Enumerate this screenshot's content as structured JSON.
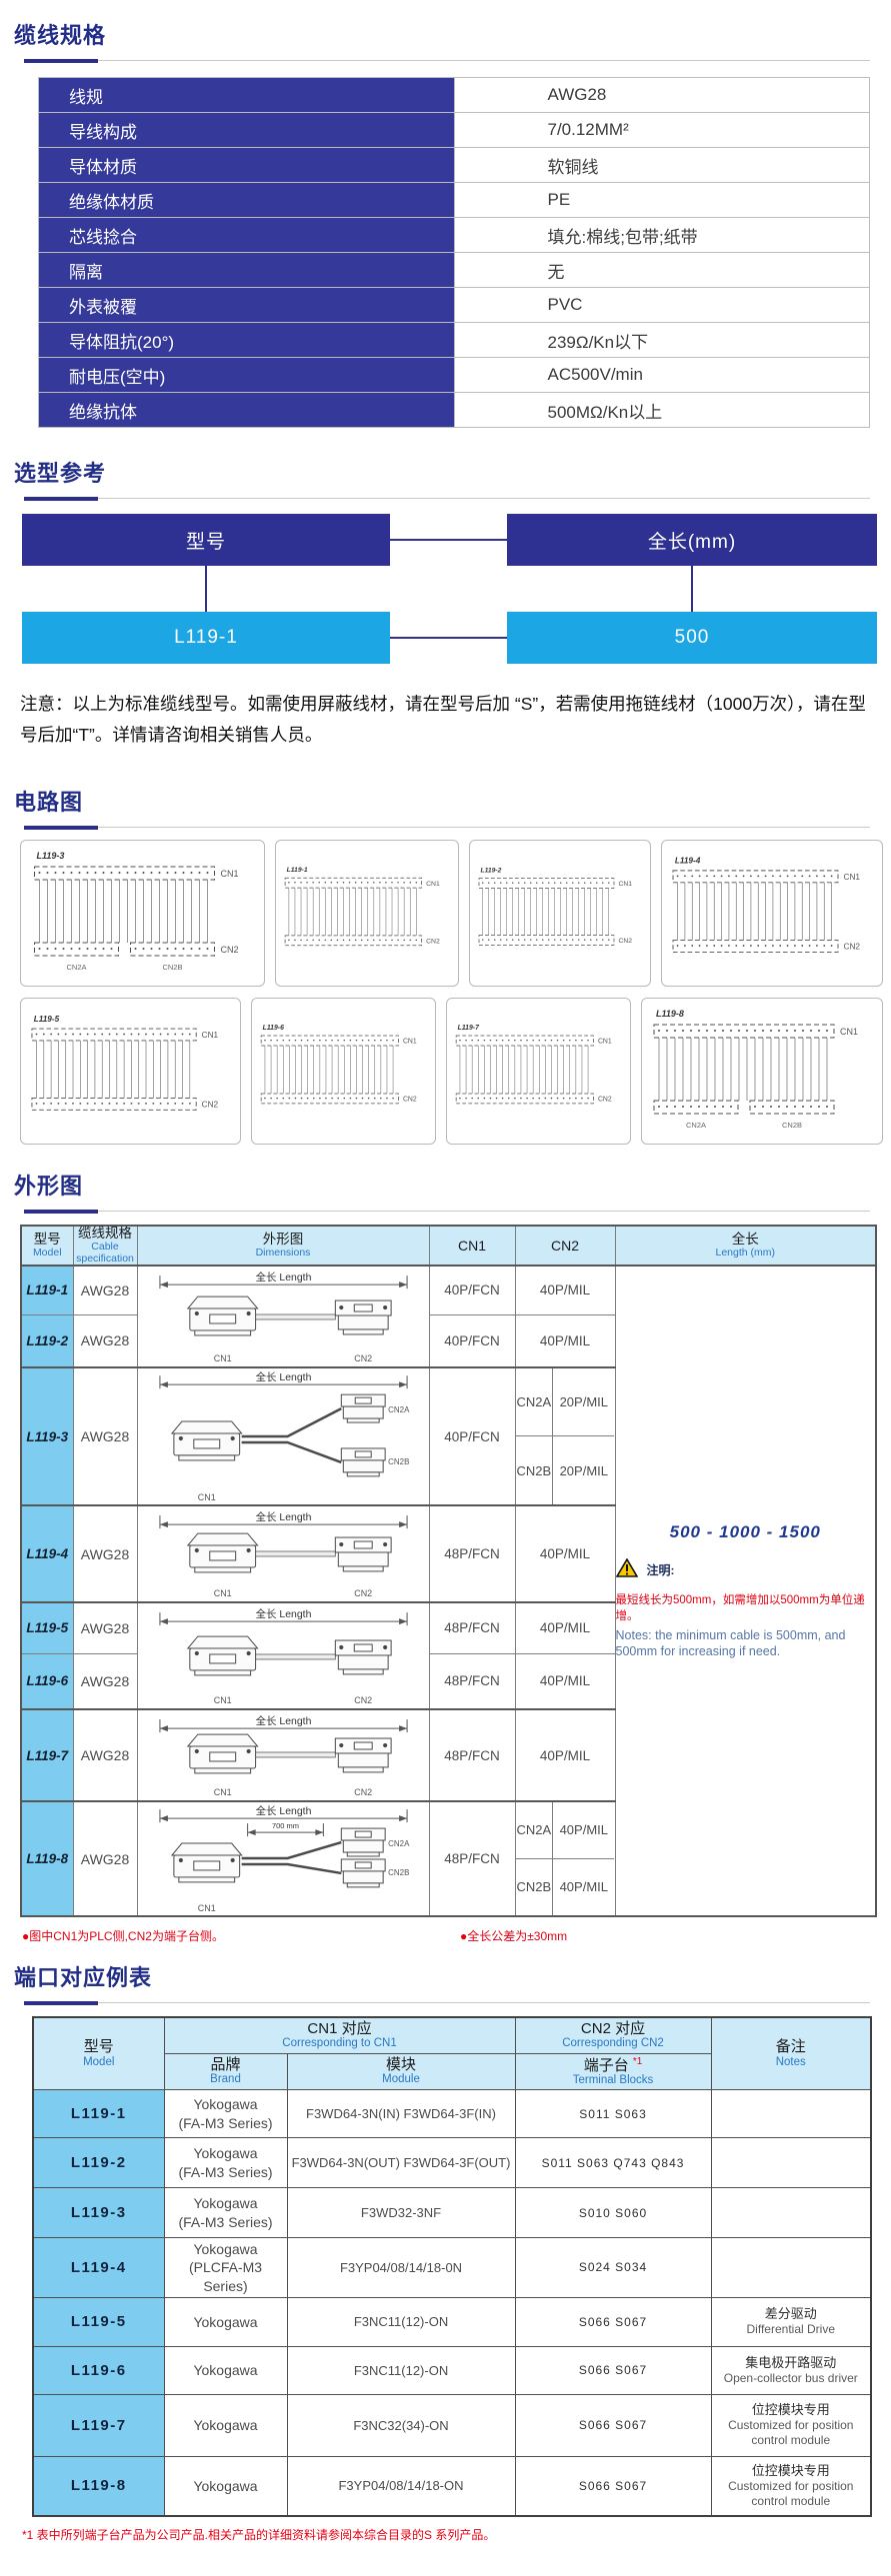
{
  "spec": {
    "title": "缆线规格",
    "rows": [
      {
        "label": "线规",
        "value": "AWG28"
      },
      {
        "label": "导线构成",
        "value": "7/0.12MM²"
      },
      {
        "label": "导体材质",
        "value": "软铜线"
      },
      {
        "label": "绝缘体材质",
        "value": "PE"
      },
      {
        "label": "芯线捻合",
        "value": "填允:棉线;包带;纸带"
      },
      {
        "label": "隔离",
        "value": "无"
      },
      {
        "label": "外表被覆",
        "value": "PVC"
      },
      {
        "label": "导体阻抗(20°)",
        "value": "239Ω/Kn以下"
      },
      {
        "label": "耐电压(空中)",
        "value": "AC500V/min"
      },
      {
        "label": "绝缘抗体",
        "value": "500MΩ/Kn以上"
      }
    ]
  },
  "selection": {
    "title": "选型参考",
    "model_header": "型号",
    "model_value": "L119-1",
    "length_header": "全长(mm)",
    "length_value": "500",
    "note": "注意：以上为标准缆线型号。如需使用屏蔽线材，请在型号后加 “S”，若需使用拖链线材（1000万次），请在型号后加“T”。详情请咨询相关销售人员。"
  },
  "circuit": {
    "title": "电路图",
    "panels": [
      {
        "id": "L119-3",
        "cn1": "CN1",
        "cn2": "CN2",
        "cn2a": "CN2A",
        "cn2b": "CN2B",
        "split": true
      },
      {
        "id": "L119-1",
        "cn1": "CN1",
        "cn2": "CN2"
      },
      {
        "id": "L119-2",
        "cn1": "CN1",
        "cn2": "CN2"
      },
      {
        "id": "L119-4",
        "cn1": "CN1",
        "cn2": "CN2"
      },
      {
        "id": "L119-5",
        "cn1": "CN1",
        "cn2": "CN2"
      },
      {
        "id": "L119-6",
        "cn1": "CN1",
        "cn2": "CN2"
      },
      {
        "id": "L119-7",
        "cn1": "CN1",
        "cn2": "CN2"
      },
      {
        "id": "L119-8",
        "cn1": "CN1",
        "cn2a": "CN2A",
        "cn2b": "CN2B",
        "split": true
      }
    ]
  },
  "outline": {
    "title": "外形图",
    "headers": {
      "model_zh": "型号",
      "model_en": "Model",
      "spec_zh": "缆线规格",
      "spec_en1": "Cable",
      "spec_en2": "specification",
      "draw_zh": "外形图",
      "draw_en": "Dimensions",
      "cn1": "CN1",
      "cn2": "CN2",
      "len_zh": "全长",
      "len_en": "Length (mm)"
    },
    "rows": [
      {
        "model": "L119-1",
        "spec": "AWG28",
        "cn1": "40P/FCN",
        "cn2": "40P/MIL",
        "drawing": {
          "type": "straight",
          "span": 2,
          "dim": "全长 Length",
          "cn1": "CN1",
          "cn2": "CN2"
        }
      },
      {
        "model": "L119-2",
        "spec": "AWG28",
        "cn1": "40P/FCN",
        "cn2": "40P/MIL"
      },
      {
        "model": "L119-3",
        "spec": "AWG28",
        "cn1": "40P/FCN",
        "cn2_split": [
          {
            "tag": "CN2A",
            "val": "20P/MIL"
          },
          {
            "tag": "CN2B",
            "val": "20P/MIL"
          }
        ],
        "drawing": {
          "type": "split",
          "span": 1,
          "dim": "全长 Length",
          "cn1": "CN1",
          "cn2a": "CN2A",
          "cn2b": "CN2B"
        }
      },
      {
        "model": "L119-4",
        "spec": "AWG28",
        "cn1": "48P/FCN",
        "cn2": "40P/MIL",
        "drawing": {
          "type": "straight",
          "span": 1,
          "dim": "全长 Length",
          "cn1": "CN1",
          "cn2": "CN2"
        }
      },
      {
        "model": "L119-5",
        "spec": "AWG28",
        "cn1": "48P/FCN",
        "cn2": "40P/MIL",
        "drawing": {
          "type": "straight",
          "span": 2,
          "dim": "全长 Length",
          "cn1": "CN1",
          "cn2": "CN2"
        }
      },
      {
        "model": "L119-6",
        "spec": "AWG28",
        "cn1": "48P/FCN",
        "cn2": "40P/MIL"
      },
      {
        "model": "L119-7",
        "spec": "AWG28",
        "cn1": "48P/FCN",
        "cn2": "40P/MIL",
        "drawing": {
          "type": "straight",
          "span": 1,
          "dim": "全长 Length",
          "cn1": "CN1",
          "cn2": "CN2"
        }
      },
      {
        "model": "L119-8",
        "spec": "AWG28",
        "cn1": "48P/FCN",
        "cn2_split": [
          {
            "tag": "CN2A",
            "val": "40P/MIL"
          },
          {
            "tag": "CN2B",
            "val": "40P/MIL"
          }
        ],
        "drawing": {
          "type": "split",
          "span": 1,
          "dim": "全长 Length",
          "sub": "700 mm",
          "cn1": "CN1",
          "cn2a": "CN2A",
          "cn2b": "CN2B"
        }
      }
    ],
    "length_note": {
      "range": "500 - 1000 - 1500",
      "title": "注明:",
      "cn": "最短线长为500mm，如需增加以500mm为单位递增。",
      "en": "Notes: the minimum cable is 500mm, and 500mm for increasing if need."
    },
    "footnotes": [
      "●图中CN1为PLC侧,CN2为端子台侧。",
      "●全长公差为±30mm"
    ]
  },
  "ports": {
    "title": "端口对应例表",
    "headers": {
      "model_zh": "型号",
      "model_en": "Model",
      "cn1_zh": "CN1 对应",
      "cn1_en": "Corresponding to CN1",
      "brand_zh": "品牌",
      "brand_en": "Brand",
      "module_zh": "模块",
      "module_en": "Module",
      "cn2_zh": "CN2 对应",
      "cn2_en": "Corresponding CN2",
      "terminal_zh": "端子台",
      "terminal_mark": "*1",
      "terminal_en": "Terminal Blocks",
      "notes_zh": "备注",
      "notes_en": "Notes"
    },
    "rows": [
      {
        "model": "L119-1",
        "brand": [
          "Yokogawa",
          "(FA-M3 Series)"
        ],
        "module": "F3WD64-3N(IN) F3WD64-3F(IN)",
        "terminal": "S011  S063",
        "notes": []
      },
      {
        "model": "L119-2",
        "brand": [
          "Yokogawa",
          "(FA-M3 Series)"
        ],
        "module": "F3WD64-3N(OUT) F3WD64-3F(OUT)",
        "terminal": "S011 S063 Q743 Q843",
        "notes": []
      },
      {
        "model": "L119-3",
        "brand": [
          "Yokogawa",
          "(FA-M3 Series)"
        ],
        "module": "F3WD32-3NF",
        "terminal": "S010  S060",
        "notes": []
      },
      {
        "model": "L119-4",
        "brand": [
          "Yokogawa",
          "(PLCFA-M3 Series)"
        ],
        "module": "F3YP04/08/14/18-0N",
        "terminal": "S024  S034",
        "notes": []
      },
      {
        "model": "L119-5",
        "brand": [
          "Yokogawa"
        ],
        "module": "F3NC11(12)-ON",
        "terminal": "S066  S067",
        "notes": [
          "差分驱动",
          "Differential Drive"
        ]
      },
      {
        "model": "L119-6",
        "brand": [
          "Yokogawa"
        ],
        "module": "F3NC11(12)-ON",
        "terminal": "S066  S067",
        "notes": [
          "集电极开路驱动",
          "Open-collector bus driver"
        ]
      },
      {
        "model": "L119-7",
        "brand": [
          "Yokogawa"
        ],
        "module": "F3NC32(34)-ON",
        "terminal": "S066  S067",
        "notes": [
          "位控模块专用",
          "Customized for position control module"
        ]
      },
      {
        "model": "L119-8",
        "brand": [
          "Yokogawa"
        ],
        "module": "F3YP04/08/14/18-ON",
        "terminal": "S066  S067",
        "notes": [
          "位控模块专用",
          "Customized for position control module"
        ]
      }
    ],
    "footnote": "*1 表中所列端子台产品为公司产品.相关产品的详细资料请参阅本综合目录的S 系列产品。"
  }
}
